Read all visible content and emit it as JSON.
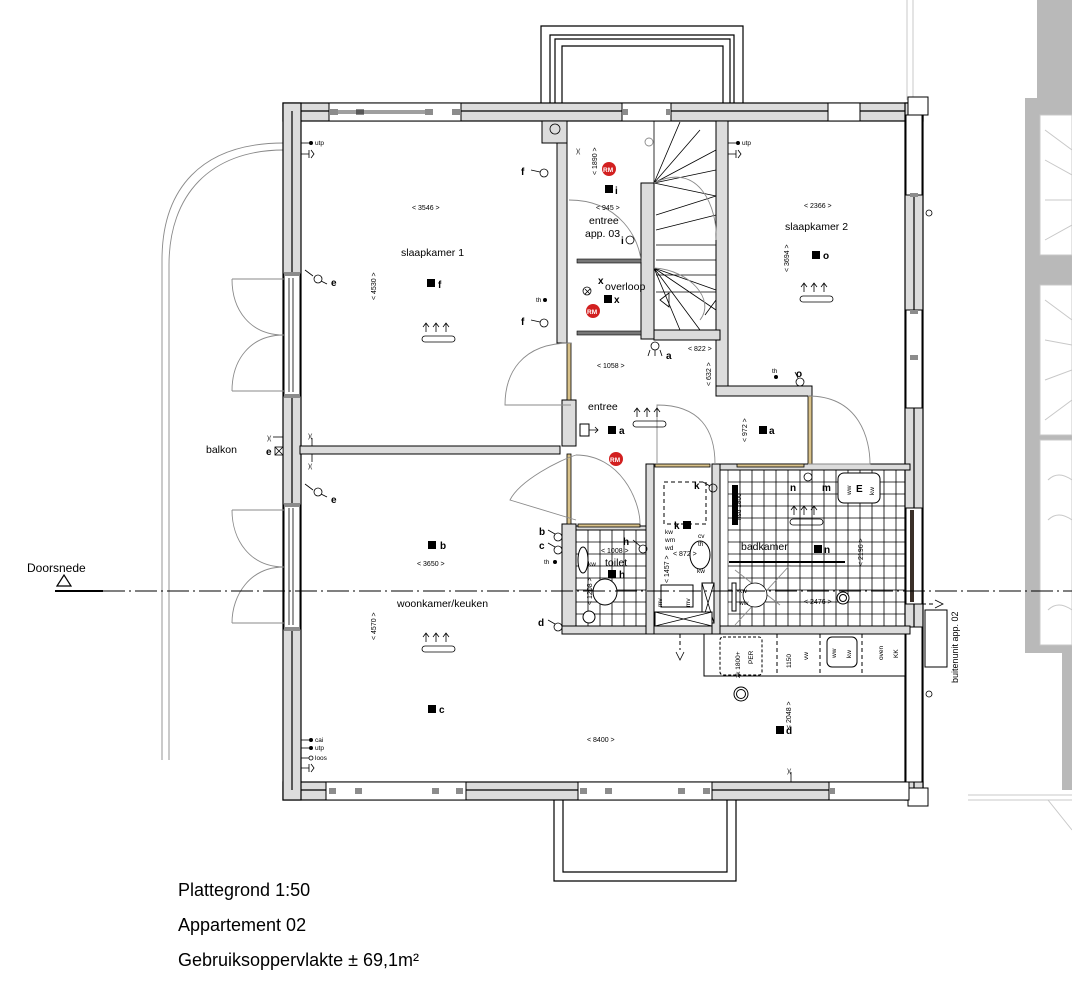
{
  "drawing": {
    "title_lines": {
      "scale": "Plattegrond 1:50",
      "unit": "Appartement 02",
      "area": "Gebruiksoppervlakte ± 69,1m²"
    },
    "section_marker": {
      "label": "Doorsnede"
    },
    "rooms": {
      "slaapkamer1": {
        "name": "slaapkamer 1",
        "width_dim": "< 3546 >",
        "depth_dim": "< 4530 >",
        "fixture": "f"
      },
      "slaapkamer2": {
        "name": "slaapkamer 2",
        "width_dim": "< 2366 >",
        "depth_dim": "< 3694 >",
        "fixture": "o"
      },
      "entree_app03": {
        "name": "entree app. 03",
        "line1": "entree",
        "line2": "app. 03",
        "width_dim": "< 945 >",
        "depth_dim": "< 1890 >",
        "fixture": "i"
      },
      "overloop": {
        "name": "overloop",
        "fixture": "x",
        "switch": "x"
      },
      "entree": {
        "name": "entree",
        "width_dim": "< 1058 >",
        "hall_dim_w": "< 822 >",
        "hall_dim_d": "< 632 >",
        "fixture": "a",
        "corridor_dim": "< 972 >",
        "corridor_fixture": "a"
      },
      "toilet": {
        "name": "toilet",
        "width_dim": "< 1008 >",
        "depth_dim": "< 1208 >",
        "fixture": "h"
      },
      "berging": {
        "width_dim": "< 872 >",
        "depth_dim": "< 1457 >",
        "fixture": "k"
      },
      "badkamer": {
        "name": "badkamer",
        "width_dim": "< 2476 >",
        "depth_dim": "< 2196 >",
        "fixture": "n",
        "mirror_height": "hsd 1800"
      },
      "woonkamer": {
        "name": "woonkamer/keuken",
        "width_dim": "< 3650 >",
        "depth_dim": "< 4570 >",
        "total_width": "< 8400 >",
        "kitchen_depth": "< 2048 >",
        "fixtures": [
          "b",
          "c",
          "d"
        ]
      },
      "balkon": {
        "name": "balkon"
      }
    },
    "symbols": {
      "outlets": [
        "utp",
        "cai",
        "loos",
        "th",
        "kw",
        "wm",
        "wd",
        "cv",
        "ww",
        "E",
        "mv"
      ],
      "switch_letters": [
        "e",
        "f",
        "a",
        "b",
        "c",
        "d",
        "h",
        "k",
        "m",
        "n",
        "o",
        "i",
        "x"
      ],
      "rm_label": "RM",
      "kitchen": {
        "sink_height": "1150",
        "labels": [
          "zk 1800+",
          "PER",
          "vw",
          "ww",
          "kw",
          "oven",
          "KK"
        ]
      },
      "outdoor_unit": "buitenunit app. 02"
    },
    "colors": {
      "wall_fill": "#dcdcdc",
      "line": "#000000",
      "frame": "#8c8c8c",
      "door_frame": "#d9c28a",
      "smoke_detector": "#d22020",
      "neighbour": "#b9b9b9"
    }
  }
}
